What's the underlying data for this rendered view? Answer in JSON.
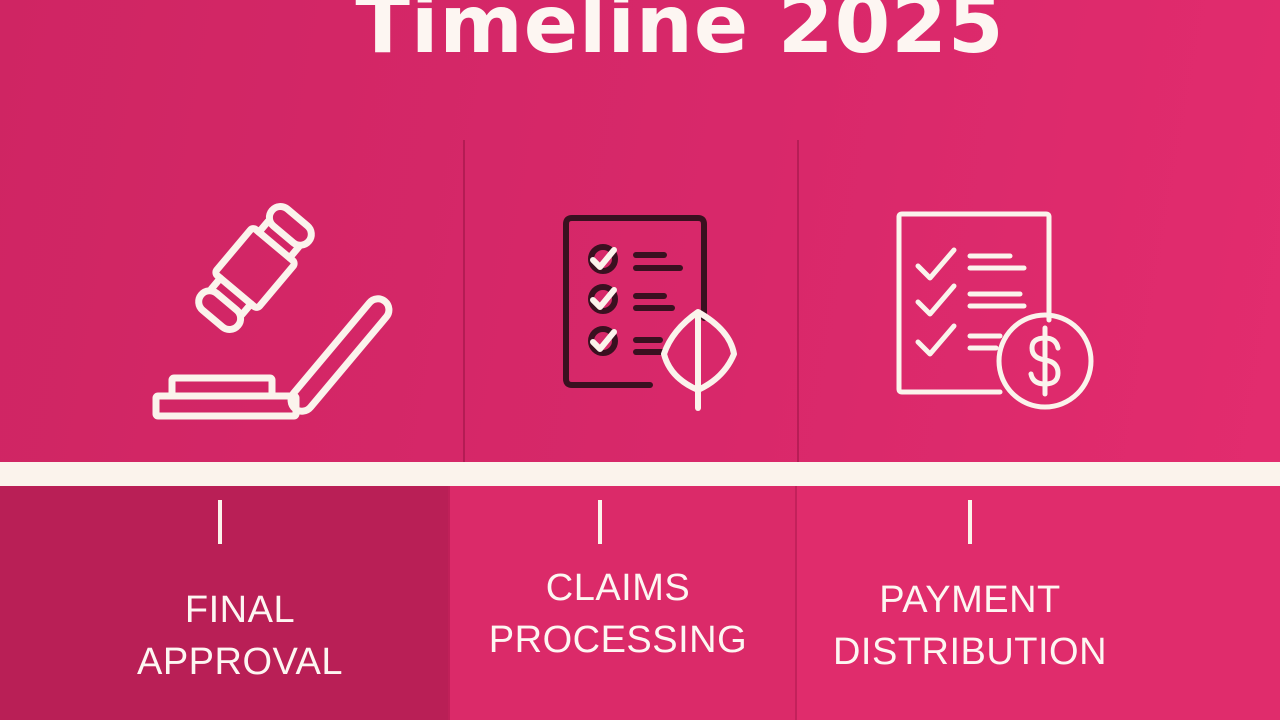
{
  "title": "Timeline 2025",
  "colors": {
    "background": "#d8286a",
    "panel_highlight": "#b91f56",
    "timeline": "#fbf3ec",
    "icon_dark": "#3a1020"
  },
  "steps": [
    {
      "line1": "FINAL",
      "line2": "APPROVAL",
      "icon": "gavel-icon"
    },
    {
      "line1": "CLAIMS",
      "line2": "PROCESSING",
      "icon": "checklist-icon"
    },
    {
      "line1": "PAYMENT",
      "line2": "DISTRIBUTION",
      "icon": "invoice-dollar-icon"
    }
  ]
}
